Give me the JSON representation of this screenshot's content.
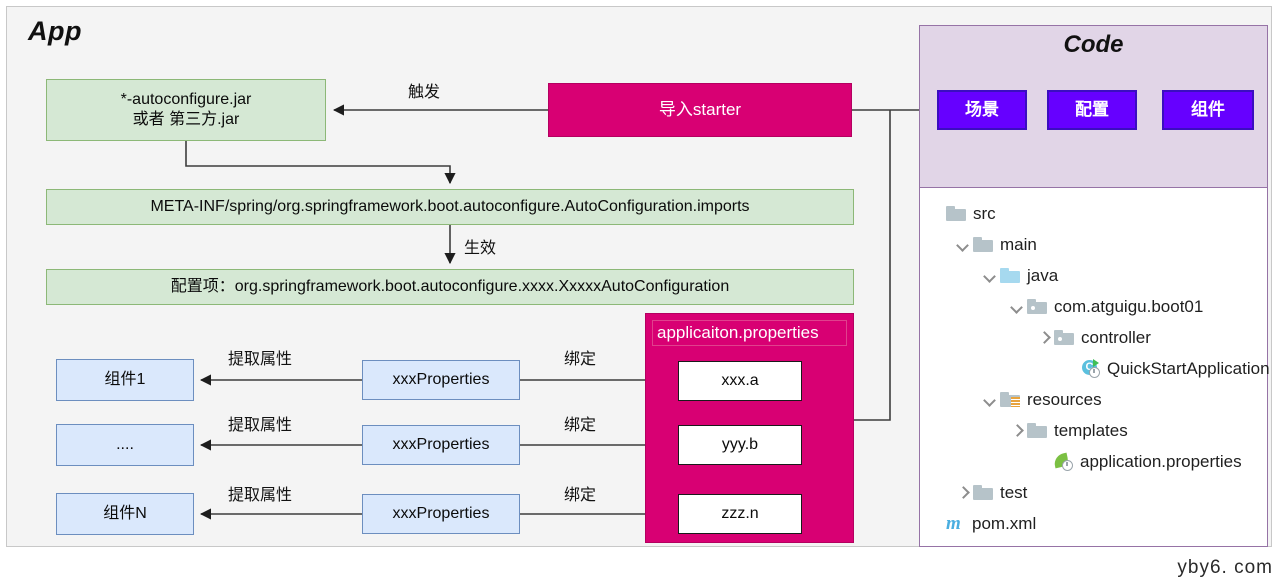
{
  "app": {
    "title": "App",
    "jar_box": [
      "*-autoconfigure.jar",
      "或者 第三方.jar"
    ],
    "imports_box": "META-INF/spring/org.springframework.boot.autoconfigure.AutoConfiguration.imports",
    "config_item_box": "配置项：org.springframework.boot.autoconfigure.xxxx.XxxxxAutoConfiguration",
    "starter_box": "导入starter"
  },
  "labels": {
    "trigger": "触发",
    "effect": "生效",
    "extract": "提取属性",
    "bind": "绑定"
  },
  "components": [
    {
      "name": "组件1",
      "properties": "xxxProperties",
      "key": "xxx.a"
    },
    {
      "name": "....",
      "properties": "xxxProperties",
      "key": "yyy.b"
    },
    {
      "name": "组件N",
      "properties": "xxxProperties",
      "key": "zzz.n"
    }
  ],
  "properties_panel": {
    "title": "applicaiton.properties"
  },
  "code": {
    "title": "Code",
    "buttons": [
      {
        "label": "场景"
      },
      {
        "label": "配置"
      },
      {
        "label": "组件"
      }
    ]
  },
  "tree": [
    {
      "label": "src",
      "depth": 0,
      "chevron": "none",
      "icon": "folder-gray"
    },
    {
      "label": "main",
      "depth": 1,
      "chevron": "down",
      "icon": "folder-gray"
    },
    {
      "label": "java",
      "depth": 2,
      "chevron": "down",
      "icon": "folder-blue"
    },
    {
      "label": "com.atguigu.boot01",
      "depth": 3,
      "chevron": "down",
      "icon": "folder-package"
    },
    {
      "label": "controller",
      "depth": 4,
      "chevron": "right",
      "icon": "folder-package"
    },
    {
      "label": "QuickStartApplication",
      "depth": 5,
      "chevron": "none",
      "icon": "java-class"
    },
    {
      "label": "resources",
      "depth": 2,
      "chevron": "down",
      "icon": "folder-resources"
    },
    {
      "label": "templates",
      "depth": 3,
      "chevron": "right",
      "icon": "folder-gray"
    },
    {
      "label": "application.properties",
      "depth": 4,
      "chevron": "none",
      "icon": "spring-leaf"
    },
    {
      "label": "test",
      "depth": 1,
      "chevron": "right",
      "icon": "folder-gray"
    },
    {
      "label": "pom.xml",
      "depth": 0,
      "chevron": "none",
      "icon": "maven-m"
    }
  ],
  "watermark": "yby6. com",
  "colors": {
    "green_fill": "#d5e8d4",
    "green_stroke": "#8cb877",
    "blue_fill": "#dae8fc",
    "blue_stroke": "#6c8ebf",
    "pink_fill": "#d80073",
    "violet_fill": "#6600ff",
    "lavender_fill": "#e1d5e7",
    "lavender_stroke": "#9673a6",
    "panel_bg": "#f4f4f4"
  }
}
